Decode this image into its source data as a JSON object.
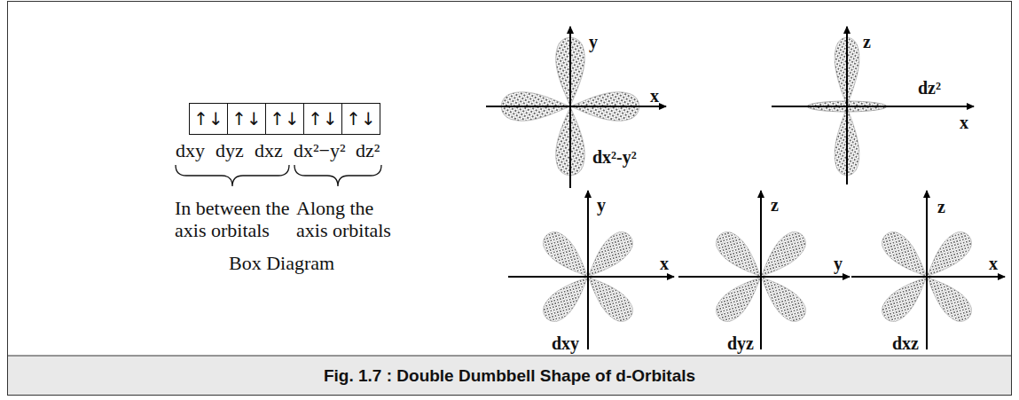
{
  "diagram": {
    "caption": "Fig. 1.7 : Double Dumbbell Shape of d-Orbitals",
    "nodes": [
      {
        "text": [
          "↑↓"
        ]
      },
      {
        "text": [
          "↑↓"
        ]
      },
      {
        "text": [
          "↑↓"
        ]
      },
      {
        "text": [
          "↑↓"
        ]
      },
      {
        "text": [
          "↑↓"
        ]
      }
    ],
    "labels": [
      "dxy",
      "dyz",
      "dxz",
      "dx²−y²",
      "dz²",
      "In between the axis orbitals",
      "Along the axis orbitals",
      "Box Diagram",
      "y",
      "x",
      "dx²-y²",
      "z",
      "dz²",
      "x",
      "y",
      "x",
      "dxy",
      "z",
      "y",
      "dyz",
      "z",
      "x",
      "dxz"
    ]
  }
}
